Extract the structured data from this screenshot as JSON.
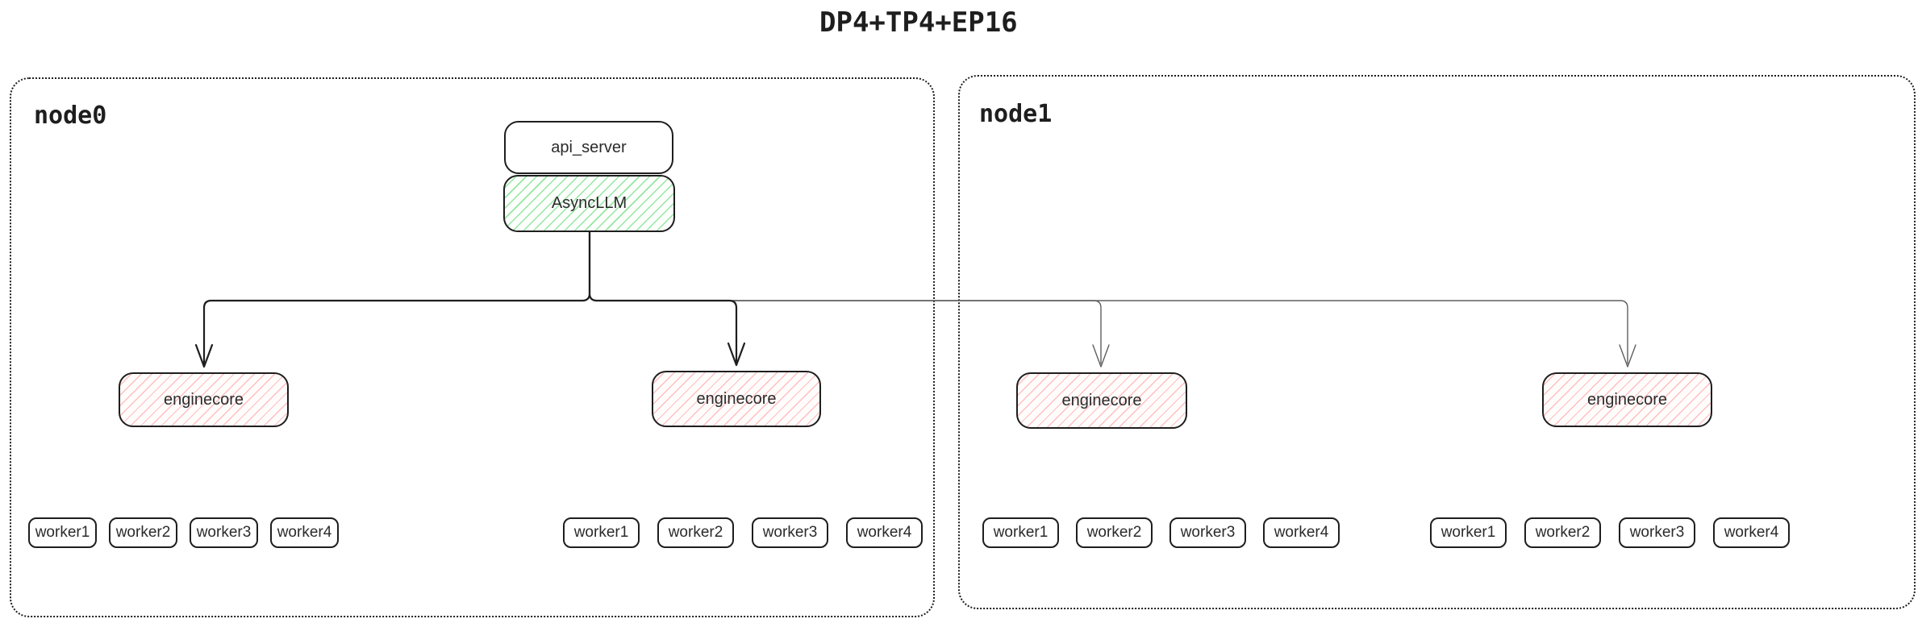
{
  "title": "DP4+TP4+EP16",
  "colors": {
    "stroke": "#1e1e1e",
    "green_hatch": "#69db7c",
    "red_hatch": "#ff8282",
    "secondary_line": "#5f5f5f"
  },
  "node0": {
    "label": "node0",
    "api_server_label": "api_server",
    "asyncllm_label": "AsyncLLM",
    "enginecore1_label": "enginecore",
    "enginecore2_label": "enginecore",
    "workers_a": [
      "worker1",
      "worker2",
      "worker3",
      "worker4"
    ],
    "workers_b": [
      "worker1",
      "worker2",
      "worker3",
      "worker4"
    ]
  },
  "node1": {
    "label": "node1",
    "enginecore1_label": "enginecore",
    "enginecore2_label": "enginecore",
    "workers_a": [
      "worker1",
      "worker2",
      "worker3",
      "worker4"
    ],
    "workers_b": [
      "worker1",
      "worker2",
      "worker3",
      "worker4"
    ]
  }
}
